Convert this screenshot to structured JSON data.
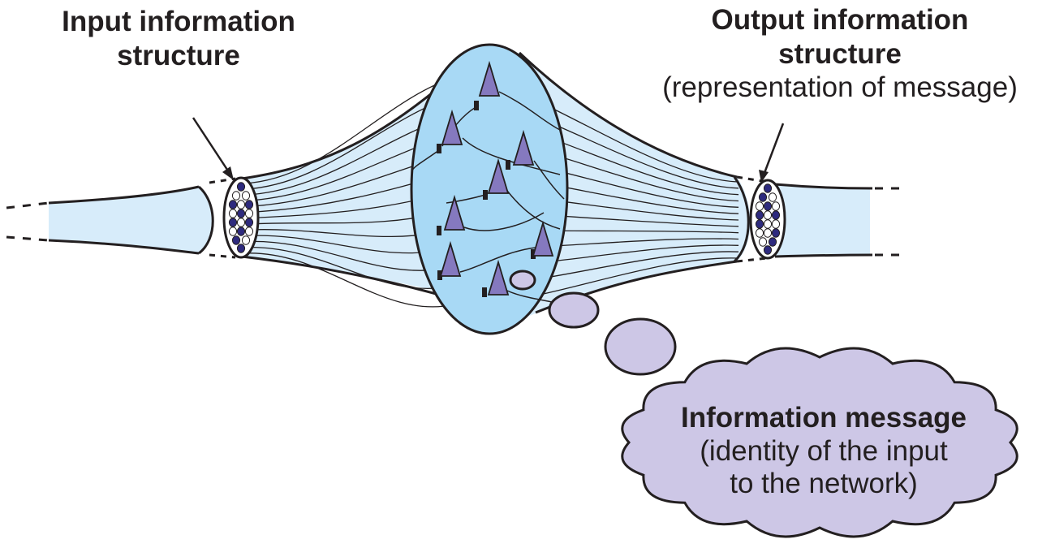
{
  "input_label": {
    "line1": "Input information",
    "line2": "structure"
  },
  "output_label": {
    "line1": "Output information",
    "line2": "structure",
    "line3": "(representation of message)"
  },
  "message_label": {
    "title": "Information message",
    "line1": "(identity of the input",
    "line2": "to the network)"
  },
  "colors": {
    "fiber_fill": "#d7ecfa",
    "network_fill": "#a8d9f5",
    "neuron": "#8579bf",
    "bubble": "#cdc7e6",
    "active_dot": "#2e2a7e",
    "outline": "#231f20"
  },
  "icons": {
    "neuron": "triangle-neuron-icon",
    "synapse": "synapse-bar-icon",
    "fiber_dot": "circle-dot-icon"
  }
}
